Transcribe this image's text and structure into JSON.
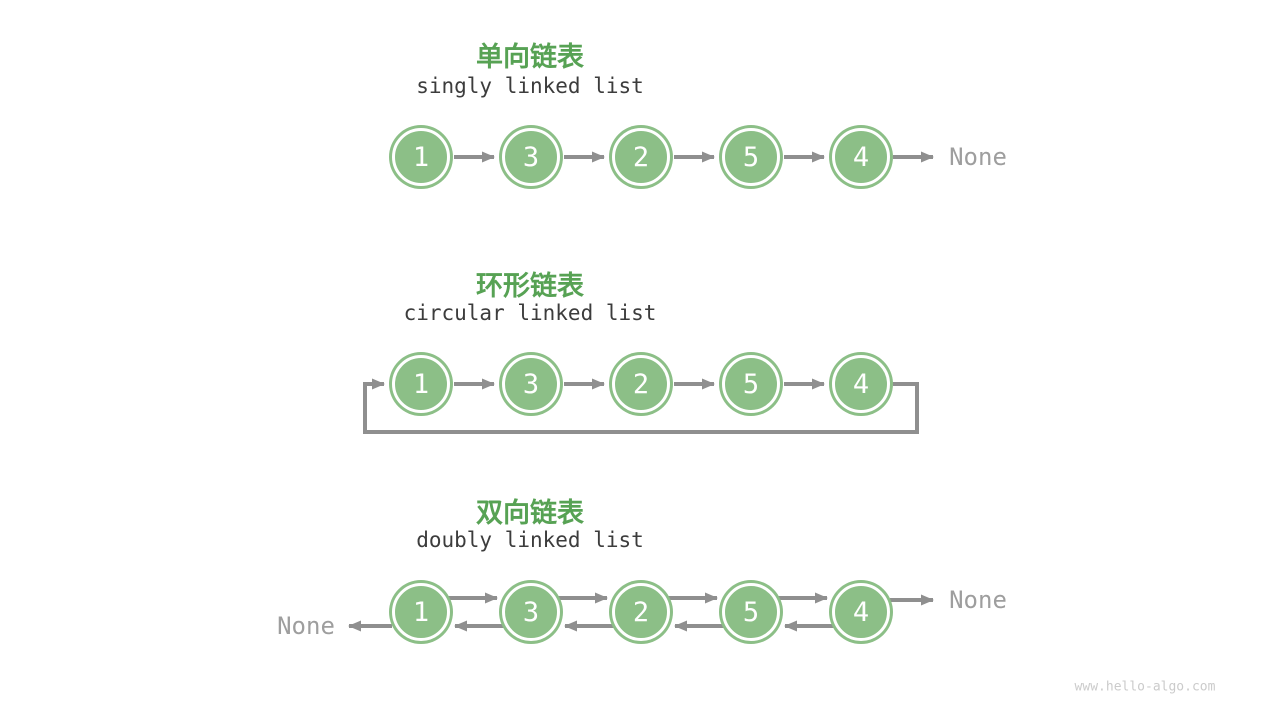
{
  "colors": {
    "node_fill_green": "#8cbf87",
    "title_green": "#57a254",
    "arrow_gray": "#8f8f8f",
    "subtitle_dark": "#3c3c3c",
    "none_gray": "#9e9e9e",
    "watermark_gray": "#cbcbcb",
    "background": "#ffffff"
  },
  "sections": [
    {
      "title": "单向链表",
      "subtitle": "singly linked list",
      "nodes": [
        "1",
        "3",
        "2",
        "5",
        "4"
      ],
      "tail_label": "None"
    },
    {
      "title": "环形链表",
      "subtitle": "circular linked list",
      "nodes": [
        "1",
        "3",
        "2",
        "5",
        "4"
      ]
    },
    {
      "title": "双向链表",
      "subtitle": "doubly linked list",
      "nodes": [
        "1",
        "3",
        "2",
        "5",
        "4"
      ],
      "head_label": "None",
      "tail_label": "None"
    }
  ],
  "watermark": "www.hello-algo.com"
}
